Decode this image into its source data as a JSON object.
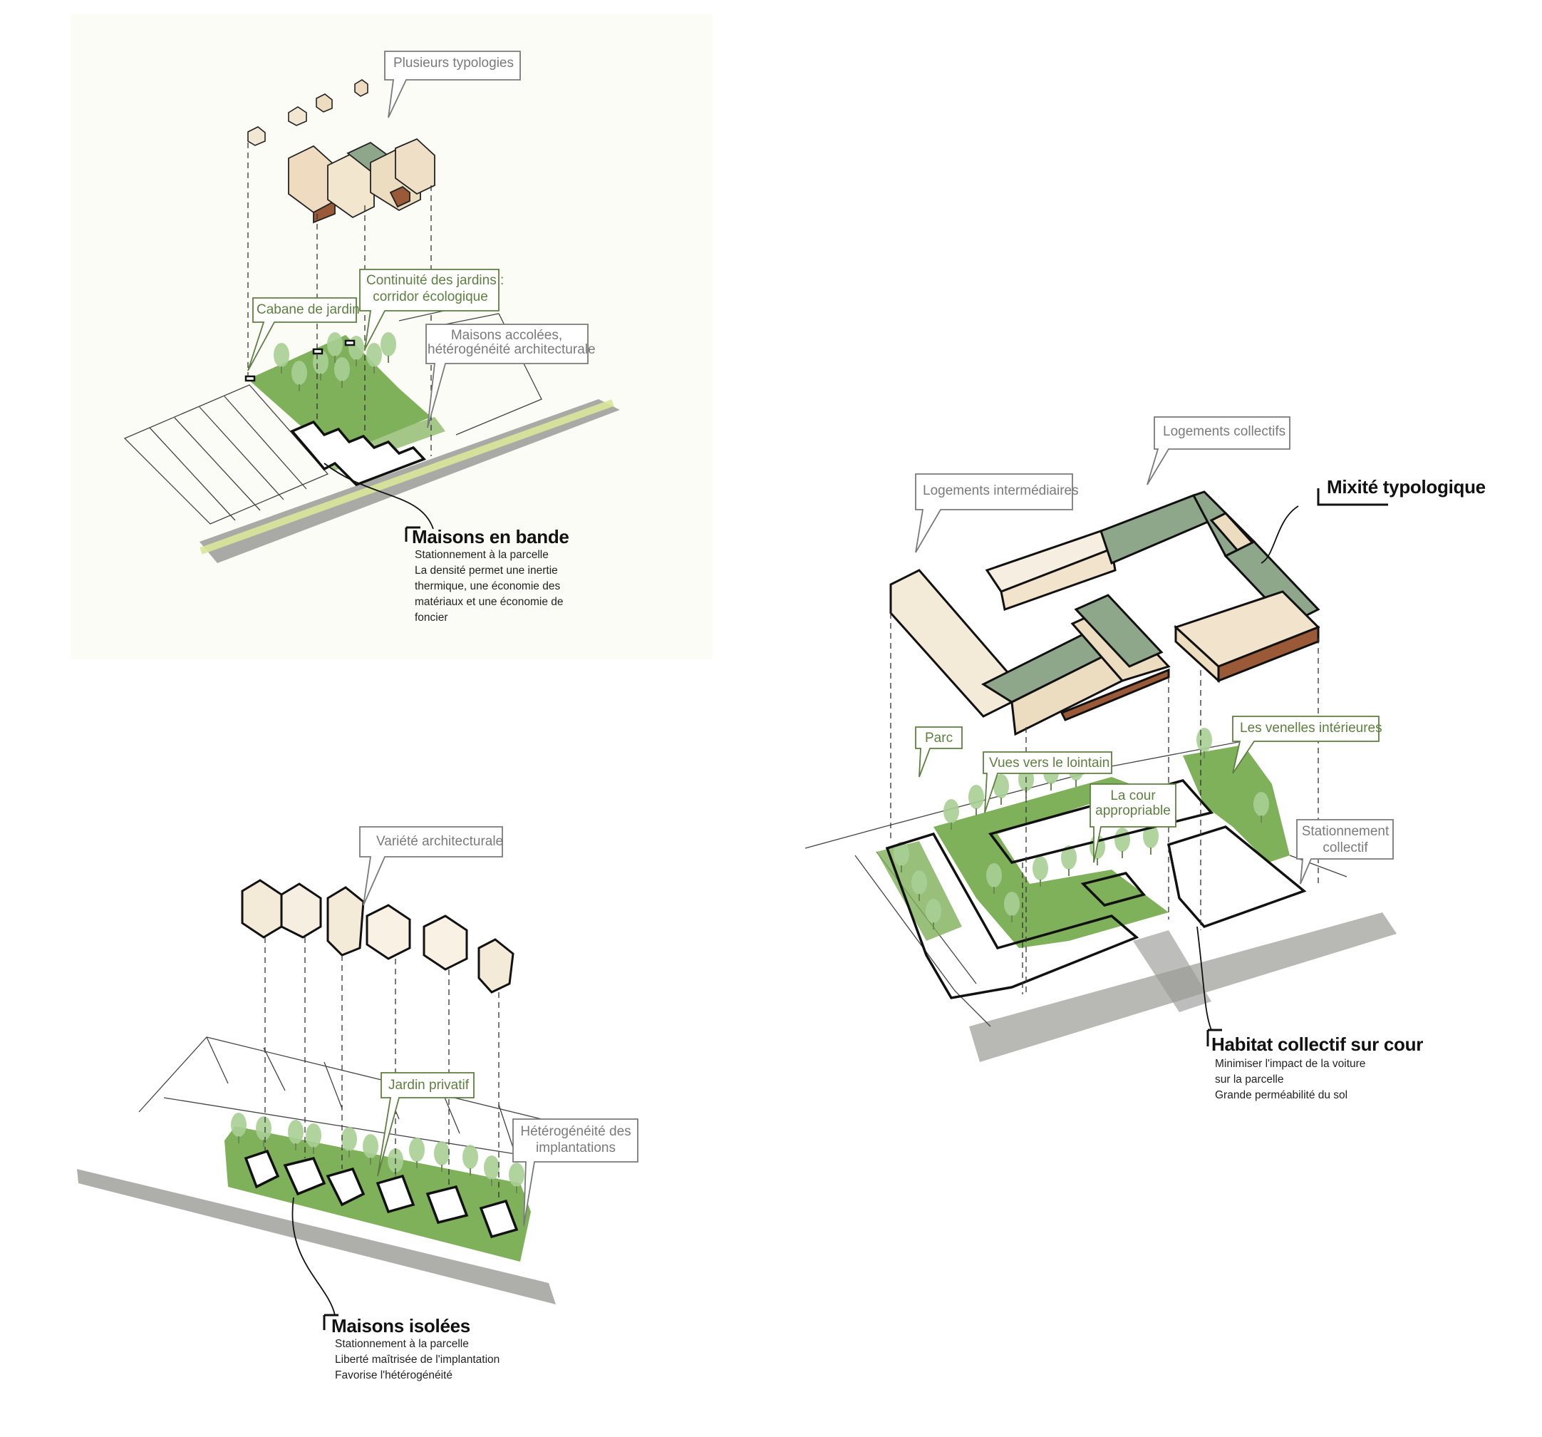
{
  "colors": {
    "ink": "#1a1a1a",
    "grass": "#7fb05a",
    "tree": "#a9cf95",
    "road": "#9a9a96",
    "callout_green": "#5d7f3f",
    "callout_gray": "#7a7a7a",
    "roof_green": "#8ea78b",
    "wall_beige": "#ecdcc0",
    "wall_brown": "#9a5a38"
  },
  "panel_bande": {
    "callouts": [
      "Plusieurs typologies",
      "Cabane de jardin",
      "Continuité des jardins :",
      "corridor écologique",
      "Maisons accolées,",
      "hétérogénéité architecturale"
    ],
    "title": "Maisons en bande",
    "description": [
      "Stationnement à la parcelle",
      "La densité permet une inertie",
      "thermique, une économie des",
      "matériaux et une économie de",
      "foncier"
    ]
  },
  "panel_isolees": {
    "callouts": [
      "Variété architecturale",
      "Jardin privatif",
      "Hétérogénéité des",
      "implantations"
    ],
    "title": "Maisons isolées",
    "description": [
      "Stationnement à la parcelle",
      "Liberté maîtrisée de l'implantation",
      "Favorise l'hétérogénéité"
    ]
  },
  "panel_collectif": {
    "callouts": [
      "Logements collectifs",
      "Logements intermédiaires",
      "Parc",
      "Vues vers le lointain",
      "La cour",
      "appropriable",
      "Les venelles intérieures",
      "Stationnement",
      "collectif"
    ],
    "heading": "Mixité typologique",
    "title": "Habitat collectif sur cour",
    "description": [
      "Minimiser l'impact de la voiture",
      "sur la parcelle",
      "Grande perméabilité du sol"
    ]
  }
}
